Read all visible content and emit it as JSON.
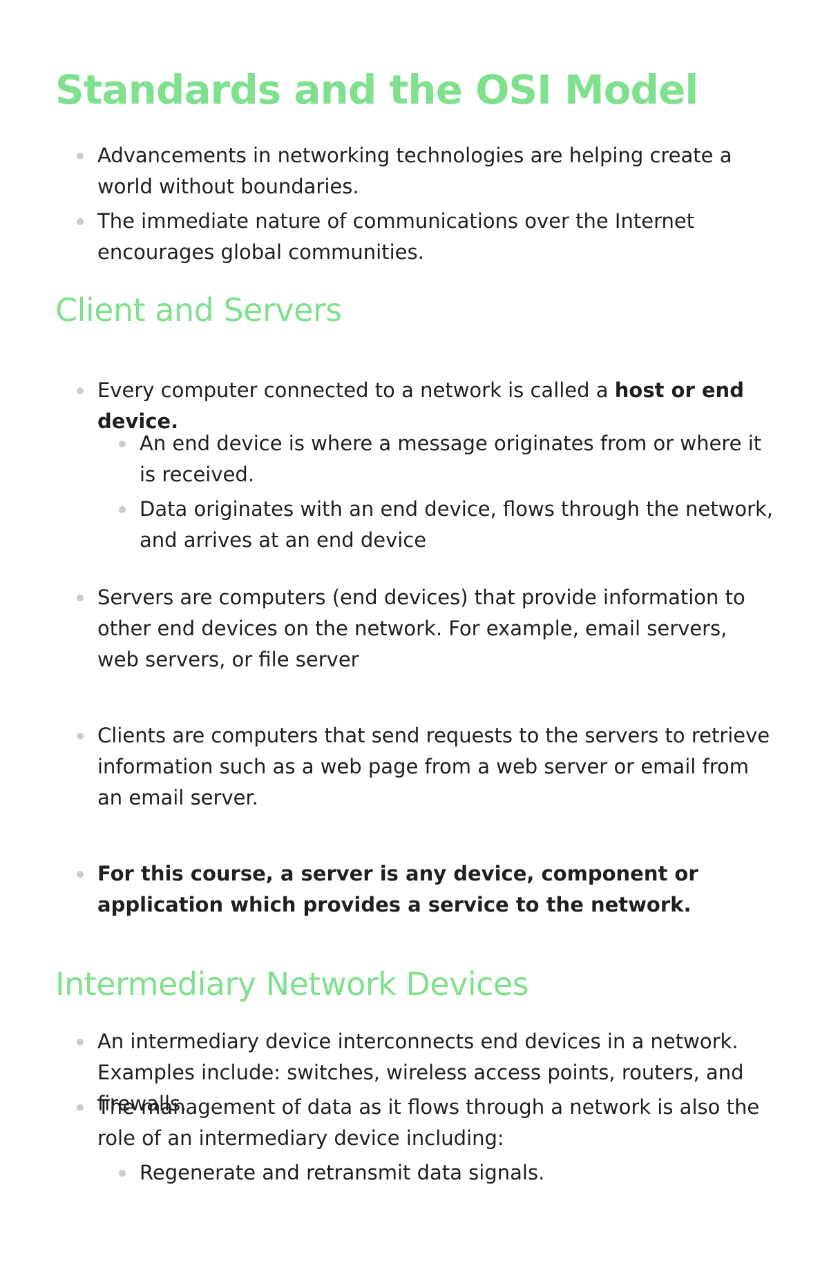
{
  "title": "Standards and the OSI Model",
  "intro": {
    "bullets": [
      "Advancements in networking technologies are helping create a world without boundaries.",
      "The immediate nature of communications over the Internet encourages global communities."
    ]
  },
  "client_servers": {
    "heading": "Client and Servers",
    "host_prefix": "Every computer connected to a network is called a ",
    "host_bold": "host or end device.",
    "end_device_subs": [
      "An end device is where a message originates from or where it is received.",
      "Data originates with an end device, flows through the network, and arrives at an end device"
    ],
    "servers": "Servers are computers (end devices) that provide information to other end devices on the network. For example, email servers, web servers, or file server",
    "clients": "Clients are computers that send requests to the servers to retrieve information such as a web page from a web server or email from an email server.",
    "course_note": "For this course, a server is any device, component or application which provides a service to the network."
  },
  "intermediary": {
    "heading": "Intermediary Network Devices",
    "bullets": [
      "An intermediary device interconnects end devices in a network. Examples include: switches, wireless access points, routers, and firewalls.",
      "The management of data as it flows through a network is also the role of an intermediary device including:"
    ],
    "subs": [
      "Regenerate and retransmit data signals."
    ]
  },
  "colors": {
    "heading": "#7fe08d",
    "text": "#1f1f1f",
    "bullet": "#c9cdd1"
  }
}
